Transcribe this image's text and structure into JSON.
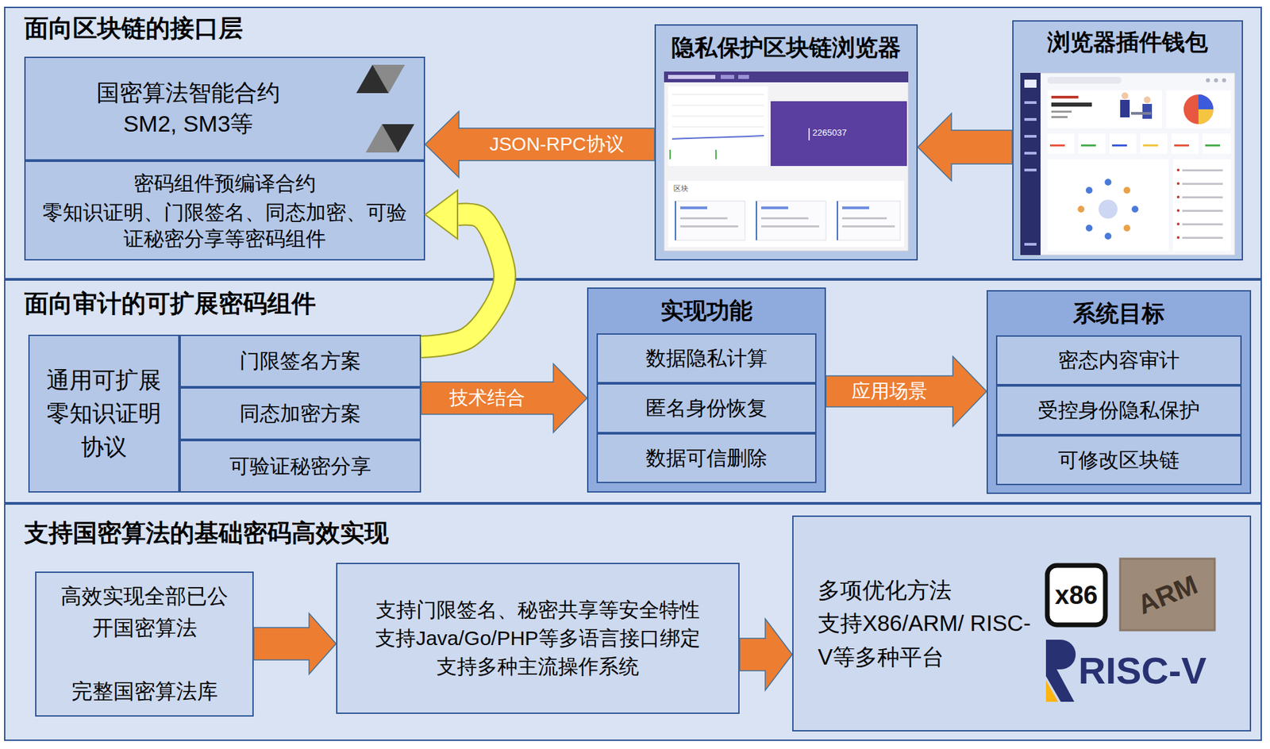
{
  "diagram": {
    "nodes": [
      {
        "text": [
          "面向区块链的接口层"
        ]
      },
      {
        "text": [
          "国密算法智能合约 SM2, SM3等"
        ],
        "in": 0
      },
      {
        "text": [
          "密码组件预编译合约",
          "零知识证明、门限签名、同态加密、可验 证秘密分享等密码组件"
        ],
        "in": 0
      },
      {
        "text": [
          "隐私保护区块链浏览器"
        ],
        "in": 0
      },
      {
        "text": [
          "浏览器插件钱包"
        ],
        "in": 0
      },
      {
        "text": [
          "面向审计的可扩展密码组件"
        ]
      },
      {
        "text": [
          "通用可扩展 零知识证明 协议"
        ],
        "in": 5
      },
      {
        "text": [
          "门限签名方案"
        ],
        "in": 5
      },
      {
        "text": [
          "同态加密方案"
        ],
        "in": 5
      },
      {
        "text": [
          "可验证秘密分享"
        ],
        "in": 5
      },
      {
        "text": [
          "实现功能"
        ],
        "in": 5
      },
      {
        "text": [
          "数据隐私计算"
        ],
        "in": 10
      },
      {
        "text": [
          "匿名身份恢复"
        ],
        "in": 10
      },
      {
        "text": [
          "数据可信删除"
        ],
        "in": 10
      },
      {
        "text": [
          "系统目标"
        ],
        "in": 5
      },
      {
        "text": [
          "密态内容审计"
        ],
        "in": 14
      },
      {
        "text": [
          "受控身份隐私保护"
        ],
        "in": 14
      },
      {
        "text": [
          "可修改区块链"
        ],
        "in": 14
      },
      {
        "text": [
          "支持国密算法的基础密码高效实现"
        ]
      },
      {
        "text": [
          "高效实现全部已公 开国密算法",
          "完整国密算法库"
        ],
        "in": 18
      },
      {
        "text": [
          "支持门限签名、秘密共享等安全特性",
          "支持Java/Go/PHP等多语言接口绑定",
          "支持多种主流操作系统"
        ],
        "in": 18
      },
      {
        "text": [
          "多项优化方法",
          "支持X86/ARM/ RISC-V等多种平台"
        ],
        "in": 18
      }
    ],
    "edges": [
      {
        "from": 4,
        "to": 3,
        "arrow": "to"
      },
      {
        "from": 3,
        "to": 1,
        "label": "JSON-RPC协议",
        "arrow": "to"
      },
      {
        "from": 7,
        "to": 2,
        "arrow": "to"
      },
      {
        "from": 8,
        "to": 10,
        "label": "技术结合",
        "arrow": "to"
      },
      {
        "from": 10,
        "to": 14,
        "label": "应用场景",
        "arrow": "to"
      },
      {
        "from": 19,
        "to": 20,
        "arrow": "to"
      },
      {
        "from": 20,
        "to": 21,
        "arrow": "to"
      }
    ],
    "labels": [
      "2265037",
      "区块",
      "x86",
      "ARM",
      "RISC-V"
    ]
  }
}
